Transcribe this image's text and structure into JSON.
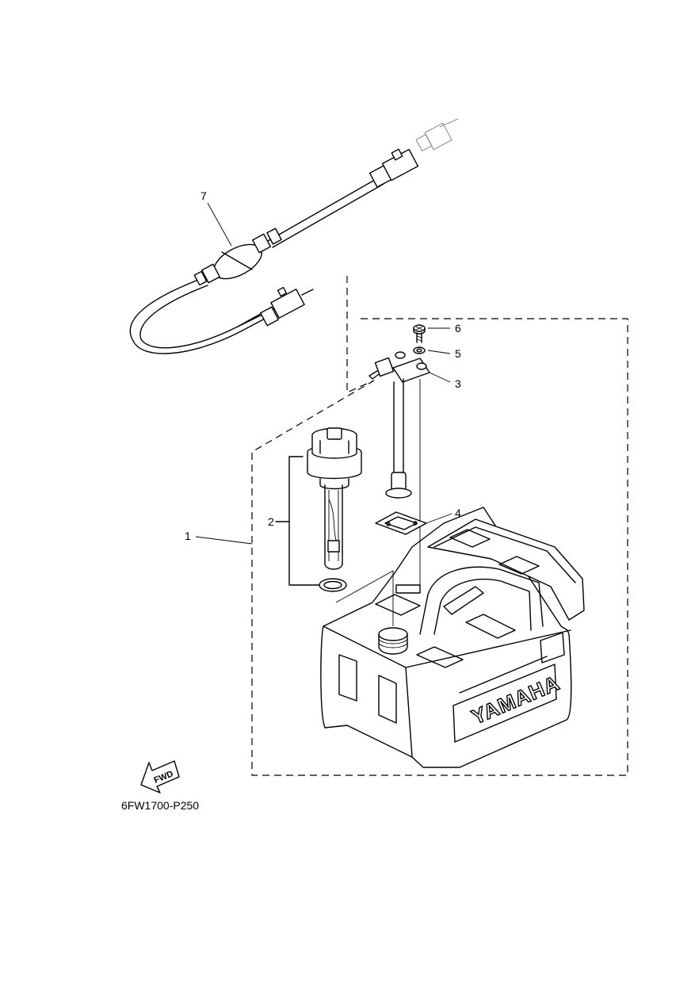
{
  "diagram": {
    "part_code": "6FW1700-P250",
    "direction_label": "FWD",
    "tank_brand": "YAMAHA",
    "callouts": [
      {
        "id": "callout-1",
        "number": "1"
      },
      {
        "id": "callout-2",
        "number": "2"
      },
      {
        "id": "callout-3",
        "number": "3"
      },
      {
        "id": "callout-4",
        "number": "4"
      },
      {
        "id": "callout-5",
        "number": "5"
      },
      {
        "id": "callout-6",
        "number": "6"
      },
      {
        "id": "callout-7",
        "number": "7"
      }
    ]
  }
}
